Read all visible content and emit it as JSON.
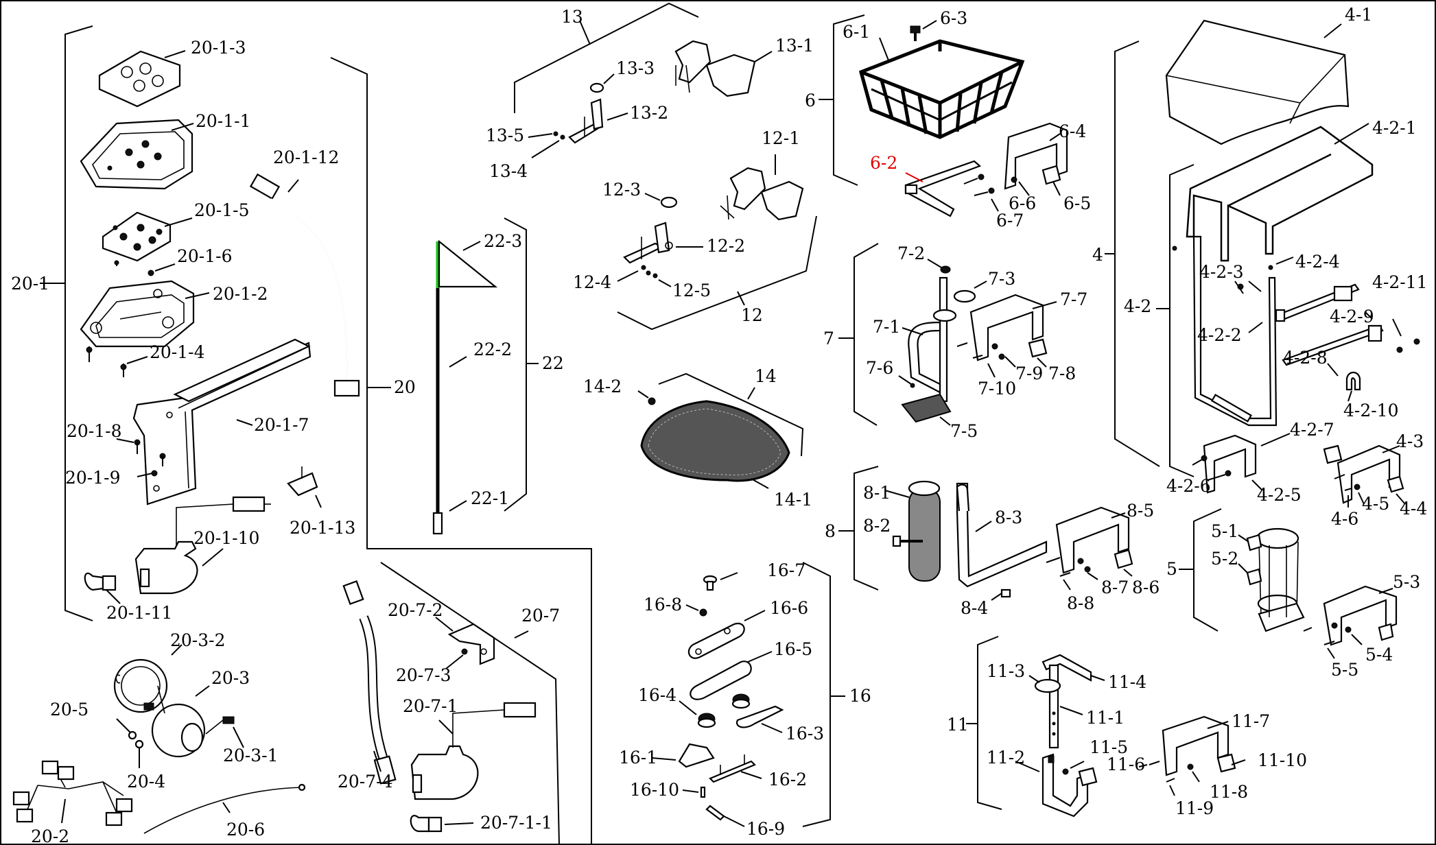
{
  "accent_color": "#e00000",
  "flag_color": "#19c219",
  "labels": {
    "l20_1_3": "20-1-3",
    "l20_1_1": "20-1-1",
    "l20_1_12": "20-1-12",
    "l20_1_5": "20-1-5",
    "l20_1_6": "20-1-6",
    "l20_1_2": "20-1-2",
    "l20_1_4": "20-1-4",
    "l20_1": "20-1",
    "l20_1_7": "20-1-7",
    "l20_1_8": "20-1-8",
    "l20_1_9": "20-1-9",
    "l20_1_10": "20-1-10",
    "l20_1_13": "20-1-13",
    "l20_1_11": "20-1-11",
    "l20": "20",
    "l20_3_2": "20-3-2",
    "l20_3": "20-3",
    "l20_5": "20-5",
    "l20_3_1": "20-3-1",
    "l20_4": "20-4",
    "l20_2": "20-2",
    "l20_6": "20-6",
    "l20_7_2": "20-7-2",
    "l20_7": "20-7",
    "l20_7_3": "20-7-3",
    "l20_7_1": "20-7-1",
    "l20_7_4": "20-7-4",
    "l20_7_1_1": "20-7-1-1",
    "l13": "13",
    "l13_1": "13-1",
    "l13_3": "13-3",
    "l13_2": "13-2",
    "l13_5": "13-5",
    "l13_4": "13-4",
    "l12_1": "12-1",
    "l12_3": "12-3",
    "l12_2": "12-2",
    "l12_4": "12-4",
    "l12_5": "12-5",
    "l12": "12",
    "l22_3": "22-3",
    "l22_2": "22-2",
    "l22": "22",
    "l22_1": "22-1",
    "l14_2": "14-2",
    "l14": "14",
    "l14_1": "14-1",
    "l16_7": "16-7",
    "l16_8": "16-8",
    "l16_6": "16-6",
    "l16_5": "16-5",
    "l16_4": "16-4",
    "l16_3": "16-3",
    "l16": "16",
    "l16_1": "16-1",
    "l16_2": "16-2",
    "l16_10": "16-10",
    "l16_9": "16-9",
    "l6_1": "6-1",
    "l6_3": "6-3",
    "l6": "6",
    "l6_4": "6-4",
    "l6_2": "6-2",
    "l6_6": "6-6",
    "l6_5": "6-5",
    "l6_7": "6-7",
    "l7_2": "7-2",
    "l7_3": "7-3",
    "l7_7": "7-7",
    "l7_1": "7-1",
    "l7": "7",
    "l7_6": "7-6",
    "l7_9": "7-9",
    "l7_8": "7-8",
    "l7_10": "7-10",
    "l7_5": "7-5",
    "l8_1": "8-1",
    "l8_3": "8-3",
    "l8_5": "8-5",
    "l8_2": "8-2",
    "l8": "8",
    "l8_7": "8-7",
    "l8_6": "8-6",
    "l8_8": "8-8",
    "l8_4": "8-4",
    "l11_3": "11-3",
    "l11_4": "11-4",
    "l11_1": "11-1",
    "l11": "11",
    "l11_7": "11-7",
    "l11_5": "11-5",
    "l11_2": "11-2",
    "l11_6": "11-6",
    "l11_10": "11-10",
    "l11_8": "11-8",
    "l11_9": "11-9",
    "l4_1": "4-1",
    "l4_2_1": "4-2-1",
    "l4": "4",
    "l4_2_3": "4-2-3",
    "l4_2_4": "4-2-4",
    "l4_2_11": "4-2-11",
    "l4_2": "4-2",
    "l4_2_9": "4-2-9",
    "l4_2_2": "4-2-2",
    "l4_2_8": "4-2-8",
    "l4_2_10": "4-2-10",
    "l4_2_7": "4-2-7",
    "l4_3": "4-3",
    "l4_2_6": "4-2-6",
    "l4_2_5": "4-2-5",
    "l4_5": "4-5",
    "l4_4": "4-4",
    "l4_6": "4-6",
    "l5_1": "5-1",
    "l5_2": "5-2",
    "l5": "5",
    "l5_3": "5-3",
    "l5_4": "5-4",
    "l5_5": "5-5"
  }
}
